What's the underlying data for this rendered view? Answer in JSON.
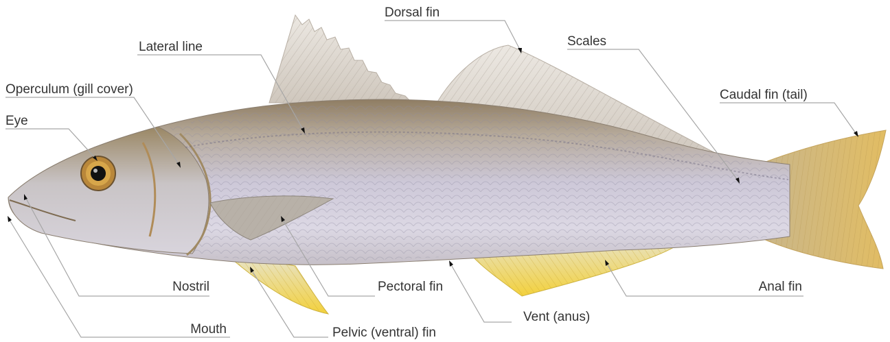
{
  "labels": {
    "dorsal_fin": "Dorsal fin",
    "scales": "Scales",
    "lateral_line": "Lateral line",
    "caudal_fin": "Caudal fin (tail)",
    "operculum": "Operculum (gill cover)",
    "eye": "Eye",
    "nostril": "Nostril",
    "pectoral_fin": "Pectoral fin",
    "anal_fin": "Anal fin",
    "mouth": "Mouth",
    "pelvic_fin": "Pelvic (ventral) fin",
    "vent": "Vent (anus)"
  },
  "colors": {
    "label_text": "#333333",
    "leader_line": "#a6a6a6",
    "body_silver": "#c9c6d6",
    "back_brown": "#8a7a62",
    "fin_yellow": "#f0d24a",
    "tail_tan": "#d9b86a",
    "dorsal_fin_grey": "#dcd6cf"
  }
}
